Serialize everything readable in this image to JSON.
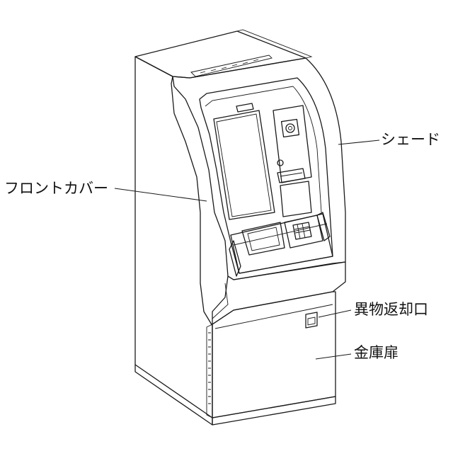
{
  "labels": {
    "shade": "シェード",
    "front_cover": "フロントカバー",
    "foreign_object_return": "異物返却口",
    "safe_door": "金庫扉"
  },
  "colors": {
    "line": "#1a1a1a",
    "background": "#ffffff"
  }
}
